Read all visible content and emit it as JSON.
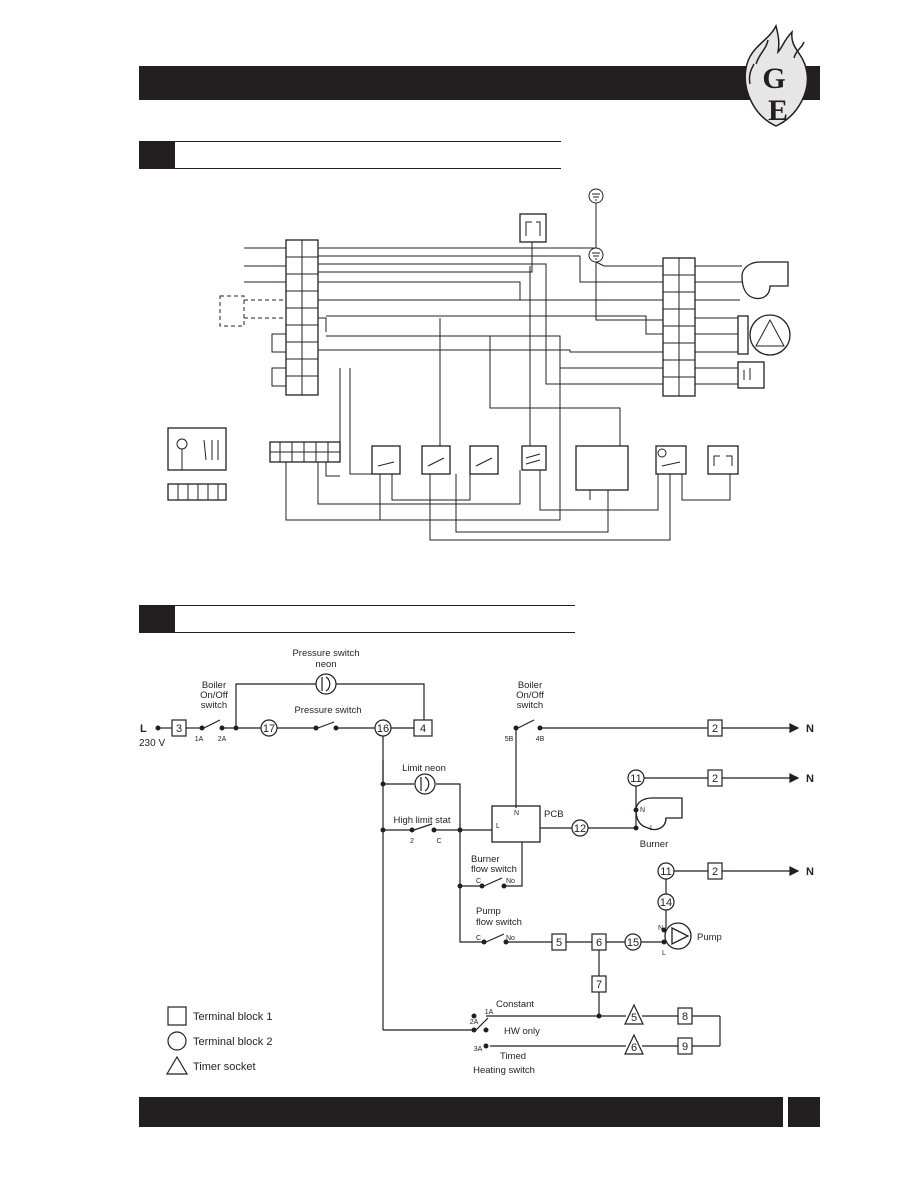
{
  "logo": {
    "letters": [
      "G",
      "E"
    ]
  },
  "schematic": {
    "labels": {
      "boiler_switch": [
        "Boiler",
        "On/Off",
        "switch"
      ],
      "pressure_neon": [
        "Pressure switch",
        "neon"
      ],
      "pressure_switch": "Pressure switch",
      "supply_l": "L",
      "supply_v": "230 V",
      "t1a": "1A",
      "t2a": "2A",
      "t5b": "5B",
      "t4b": "4B",
      "limit_neon": "Limit neon",
      "high_limit": "High limit stat",
      "hl_2": "2",
      "hl_c": "C",
      "pcb": "PCB",
      "pcb_l": "L",
      "pcb_n": "N",
      "burner_flow": [
        "Burner",
        "flow switch"
      ],
      "bf_c": "C",
      "bf_no": "No",
      "pump_flow": [
        "Pump",
        "flow switch"
      ],
      "pf_c": "C",
      "pf_no": "No",
      "burner": "Burner",
      "burner_n": "N",
      "burner_l": "L",
      "pump": "Pump",
      "pump_n": "N",
      "pump_l": "L",
      "neutral": "N",
      "constant": "Constant",
      "hw_only": "HW only",
      "timed": "Timed",
      "heating_switch": "Heating switch",
      "hs_1a": "1A",
      "hs_2a": "2A",
      "hs_3a": "3A"
    },
    "terminal_block_1": {
      "t3": "3",
      "t4": "4",
      "t2a": "2",
      "t2b": "2",
      "t2c": "2",
      "t5": "5",
      "t6": "6",
      "t7": "7",
      "t8": "8",
      "t9": "9"
    },
    "terminal_block_2": {
      "t17": "17",
      "t16": "16",
      "t11a": "11",
      "t11b": "11",
      "t12": "12",
      "t14": "14",
      "t15": "15"
    },
    "timer_socket": {
      "t5": "5",
      "t6": "6"
    },
    "legend": [
      {
        "shape": "square",
        "label": "Terminal block 1"
      },
      {
        "shape": "circle",
        "label": "Terminal block 2"
      },
      {
        "shape": "triangle",
        "label": "Timer socket"
      }
    ]
  }
}
